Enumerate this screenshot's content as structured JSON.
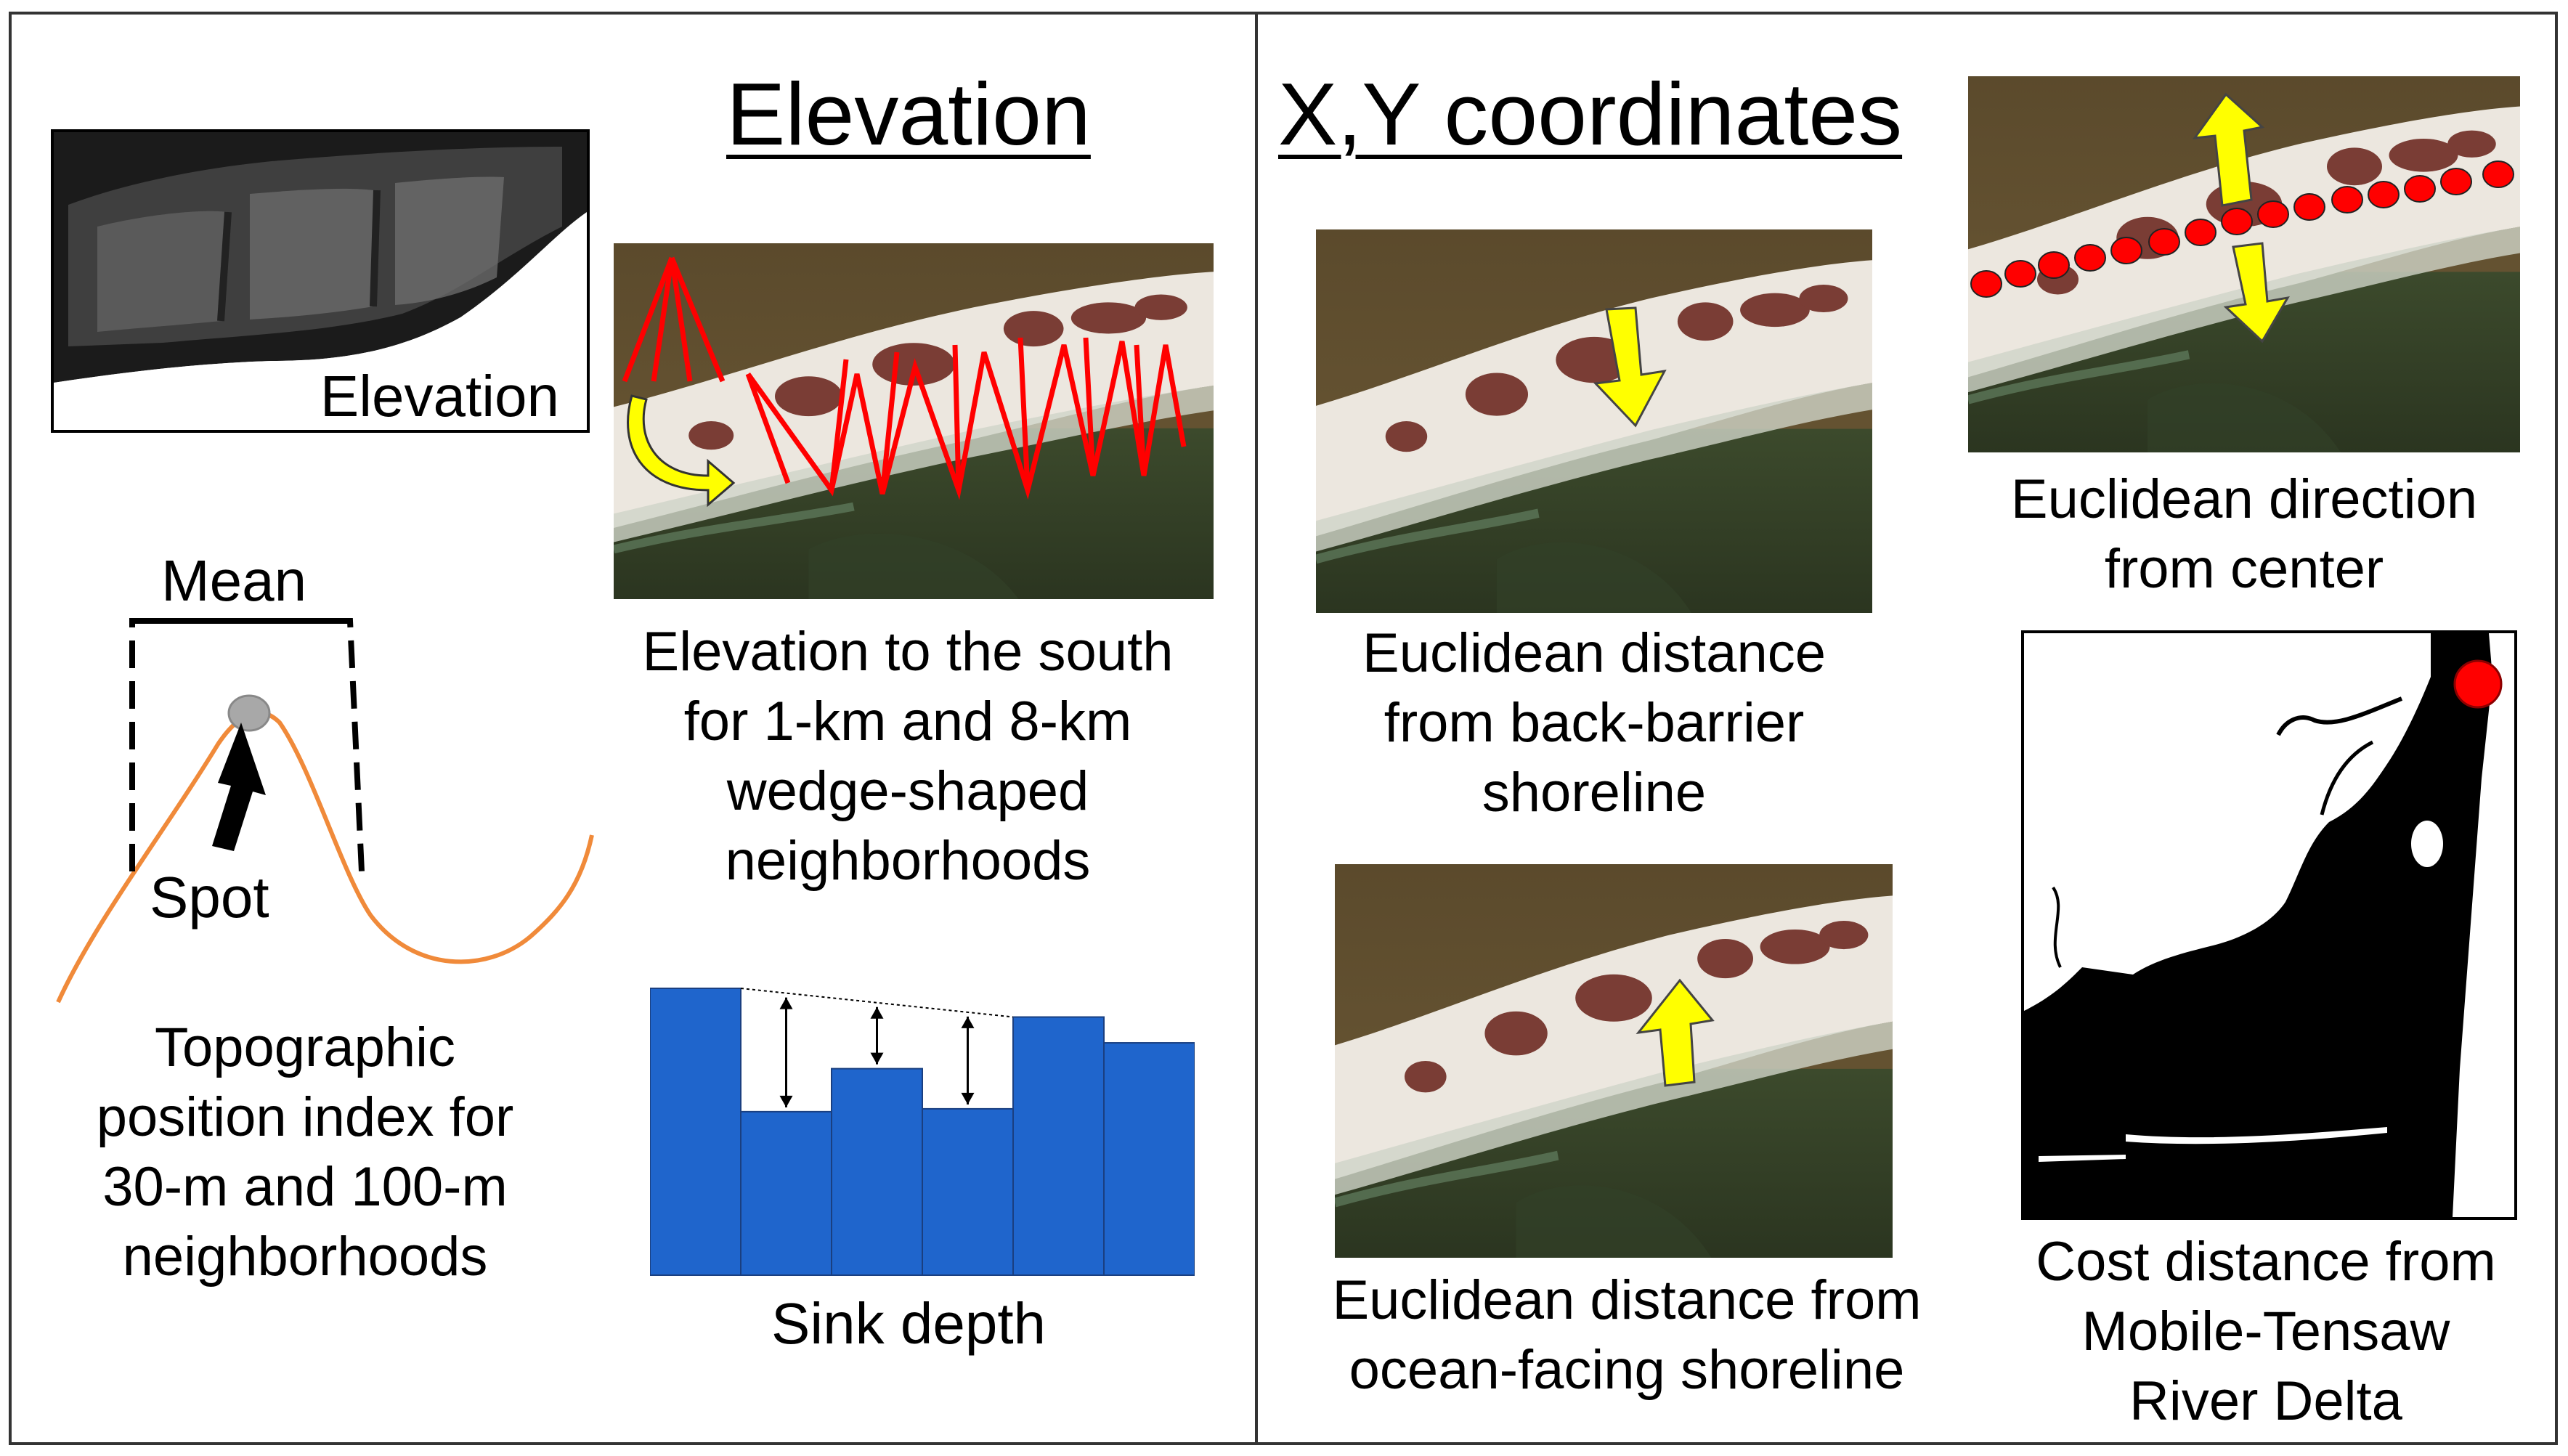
{
  "titles": {
    "elevation": "Elevation",
    "xy": "X,Y coordinates"
  },
  "elevation_inset": {
    "label": "Elevation"
  },
  "tpi": {
    "mean_label": "Mean",
    "spot_label": "Spot",
    "caption": [
      "Topographic",
      "position index for",
      "30-m and 100-m",
      "neighborhoods"
    ]
  },
  "wedge": {
    "caption": [
      "Elevation to the south",
      "for 1-km and 8-km",
      "wedge-shaped",
      "neighborhoods"
    ]
  },
  "sink": {
    "caption": "Sink depth",
    "bar_heights": [
      1.0,
      0.57,
      0.72,
      0.58,
      0.9,
      0.81
    ]
  },
  "back_barrier": {
    "caption": [
      "Euclidean distance",
      "from back-barrier",
      "shoreline"
    ]
  },
  "ocean_facing": {
    "caption": [
      "Euclidean distance from",
      "ocean-facing shoreline"
    ]
  },
  "direction": {
    "caption": [
      "Euclidean direction",
      "from center"
    ]
  },
  "cost": {
    "caption": [
      "Cost distance from",
      "Mobile-Tensaw",
      "River Delta"
    ]
  },
  "colors": {
    "red": "#ff0000",
    "yellow": "#ffff00",
    "blue": "#1f65cc",
    "orange": "#f08a3a",
    "frame": "#333333"
  }
}
